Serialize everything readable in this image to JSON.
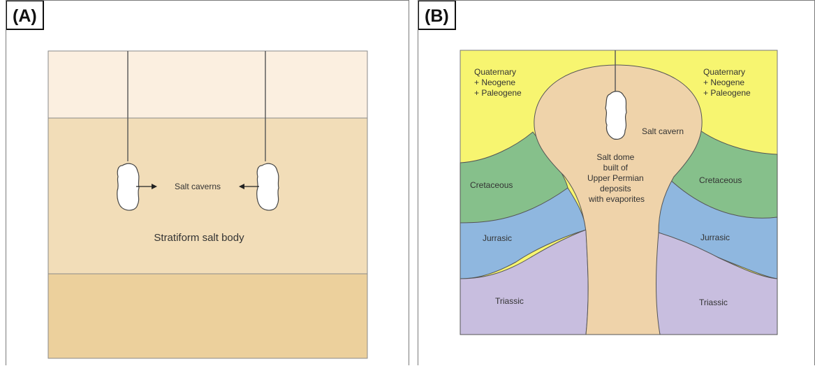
{
  "panel_a": {
    "tag": "(A)",
    "caverns_label": "Salt caverns",
    "body_label": "Stratiform salt body"
  },
  "panel_b": {
    "tag": "(B)",
    "left_top_label": [
      "Quaternary",
      "+ Neogene",
      "+ Paleogene"
    ],
    "right_top_label": [
      "Quaternary",
      "+ Neogene",
      "+ Paleogene"
    ],
    "cavern_label": "Salt cavern",
    "dome_label": [
      "Salt dome",
      "built of",
      "Upper Permian",
      "deposits",
      "with evaporites"
    ],
    "cretaceous_left": "Cretaceous",
    "cretaceous_right": "Cretaceous",
    "jurassic_left": "Jurrasic",
    "jurassic_right": "Jurrasic",
    "triassic_left": "Triassic",
    "triassic_right": "Triassic"
  },
  "colors": {
    "a_top_layer": "#fbefe0",
    "a_salt_layer": "#f2ddb8",
    "a_bottom_layer": "#ecd09c",
    "b_tertiary": "#f7f570",
    "b_cretaceous": "#86c08b",
    "b_jurassic": "#8fb7df",
    "b_triassic": "#c8bedf",
    "b_salt": "#efd3aa"
  }
}
